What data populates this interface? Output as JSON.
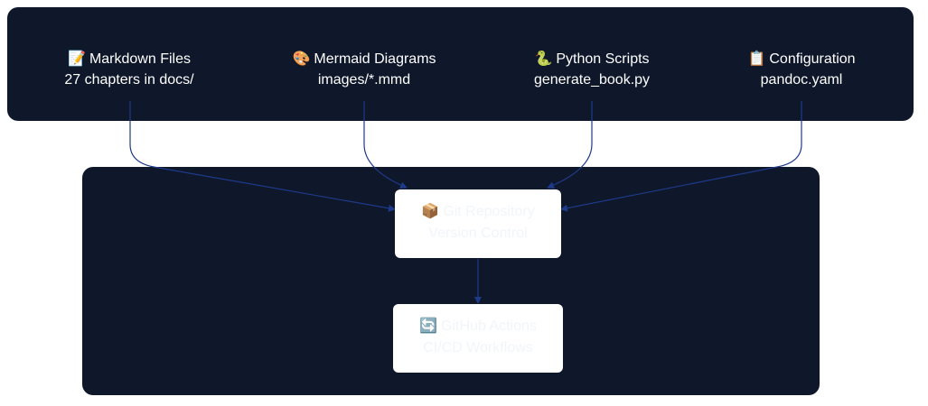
{
  "sources": [
    {
      "icon": "📝",
      "title": "Markdown Files",
      "subtitle": "27 chapters in docs/"
    },
    {
      "icon": "🎨",
      "title": "Mermaid Diagrams",
      "subtitle": "images/*.mmd"
    },
    {
      "icon": "🐍",
      "title": "Python Scripts",
      "subtitle": "generate_book.py"
    },
    {
      "icon": "📋",
      "title": "Configuration",
      "subtitle": "pandoc.yaml"
    }
  ],
  "git": {
    "icon": "📦",
    "title": "Git Repository",
    "subtitle": "Version Control"
  },
  "actions": {
    "icon": "🔄",
    "title": "GitHub Actions",
    "subtitle": "CI/CD Workflows"
  },
  "colors": {
    "cluster_bg": "#0f172a",
    "node_bg": "#ffffff",
    "edge": "#1e3a8a",
    "node_text": "#f1f5f9"
  }
}
